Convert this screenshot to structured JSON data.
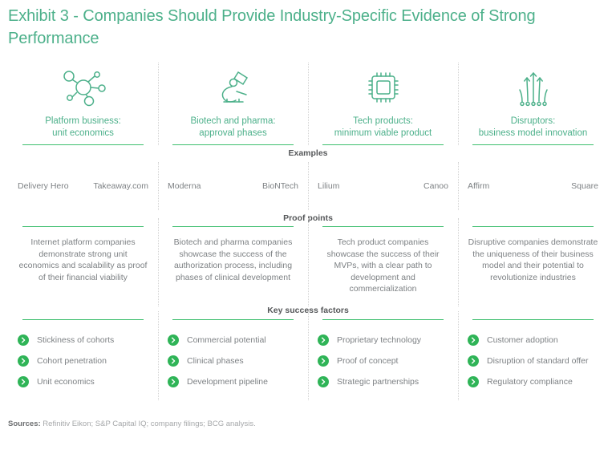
{
  "title": "Exhibit 3 - Companies Should Provide Industry-Specific Evidence of Strong Performance",
  "theme": {
    "title_color": "#4cb08a",
    "accent_green": "#3fbf6f",
    "rule_green": "#3fbf6f",
    "body_gray": "#7d8184",
    "band_gray": "#555759",
    "divider": "#d2d2d2"
  },
  "bands": {
    "examples": "Examples",
    "proof_points": "Proof points",
    "key_success_factors": "Key success factors"
  },
  "columns": [
    {
      "icon": "network-nodes-icon",
      "title_line1": "Platform business:",
      "title_line2": "unit economics",
      "examples": [
        "Delivery Hero",
        "Takeaway.com"
      ],
      "proof_point": "Internet platform companies  demonstrate strong unit economics and scalability as proof of their financial viability",
      "key_factors": [
        "Stickiness of cohorts",
        "Cohort penetration",
        "Unit economics"
      ]
    },
    {
      "icon": "microscope-icon",
      "title_line1": "Biotech and pharma:",
      "title_line2": "approval phases",
      "examples": [
        "Moderna",
        "BioNTech"
      ],
      "proof_point": "Biotech and pharma companies  showcase the success of the authorization process, including phases of clinical development",
      "key_factors": [
        "Commercial potential",
        "Clinical phases",
        "Development pipeline"
      ]
    },
    {
      "icon": "microchip-icon",
      "title_line1": "Tech products:",
      "title_line2": "minimum viable product",
      "examples": [
        "Lilium",
        "Canoo"
      ],
      "proof_point": "Tech product companies showcase the success of their MVPs, with a clear path to development and commercialization",
      "key_factors": [
        "Proprietary technology",
        "Proof of concept",
        "Strategic partnerships"
      ]
    },
    {
      "icon": "growth-arrows-icon",
      "title_line1": "Disruptors:",
      "title_line2": "business model innovation",
      "examples": [
        "Affirm",
        "Square"
      ],
      "proof_point": "Disruptive companies demonstrate the uniqueness of their business model and their potential to revolutionize industries",
      "key_factors": [
        "Customer adoption",
        "Disruption of standard offer",
        "Regulatory compliance"
      ]
    }
  ],
  "footer": {
    "label": "Sources:",
    "text": "Refinitiv Eikon; S&P Capital IQ; company filings; BCG analysis."
  }
}
